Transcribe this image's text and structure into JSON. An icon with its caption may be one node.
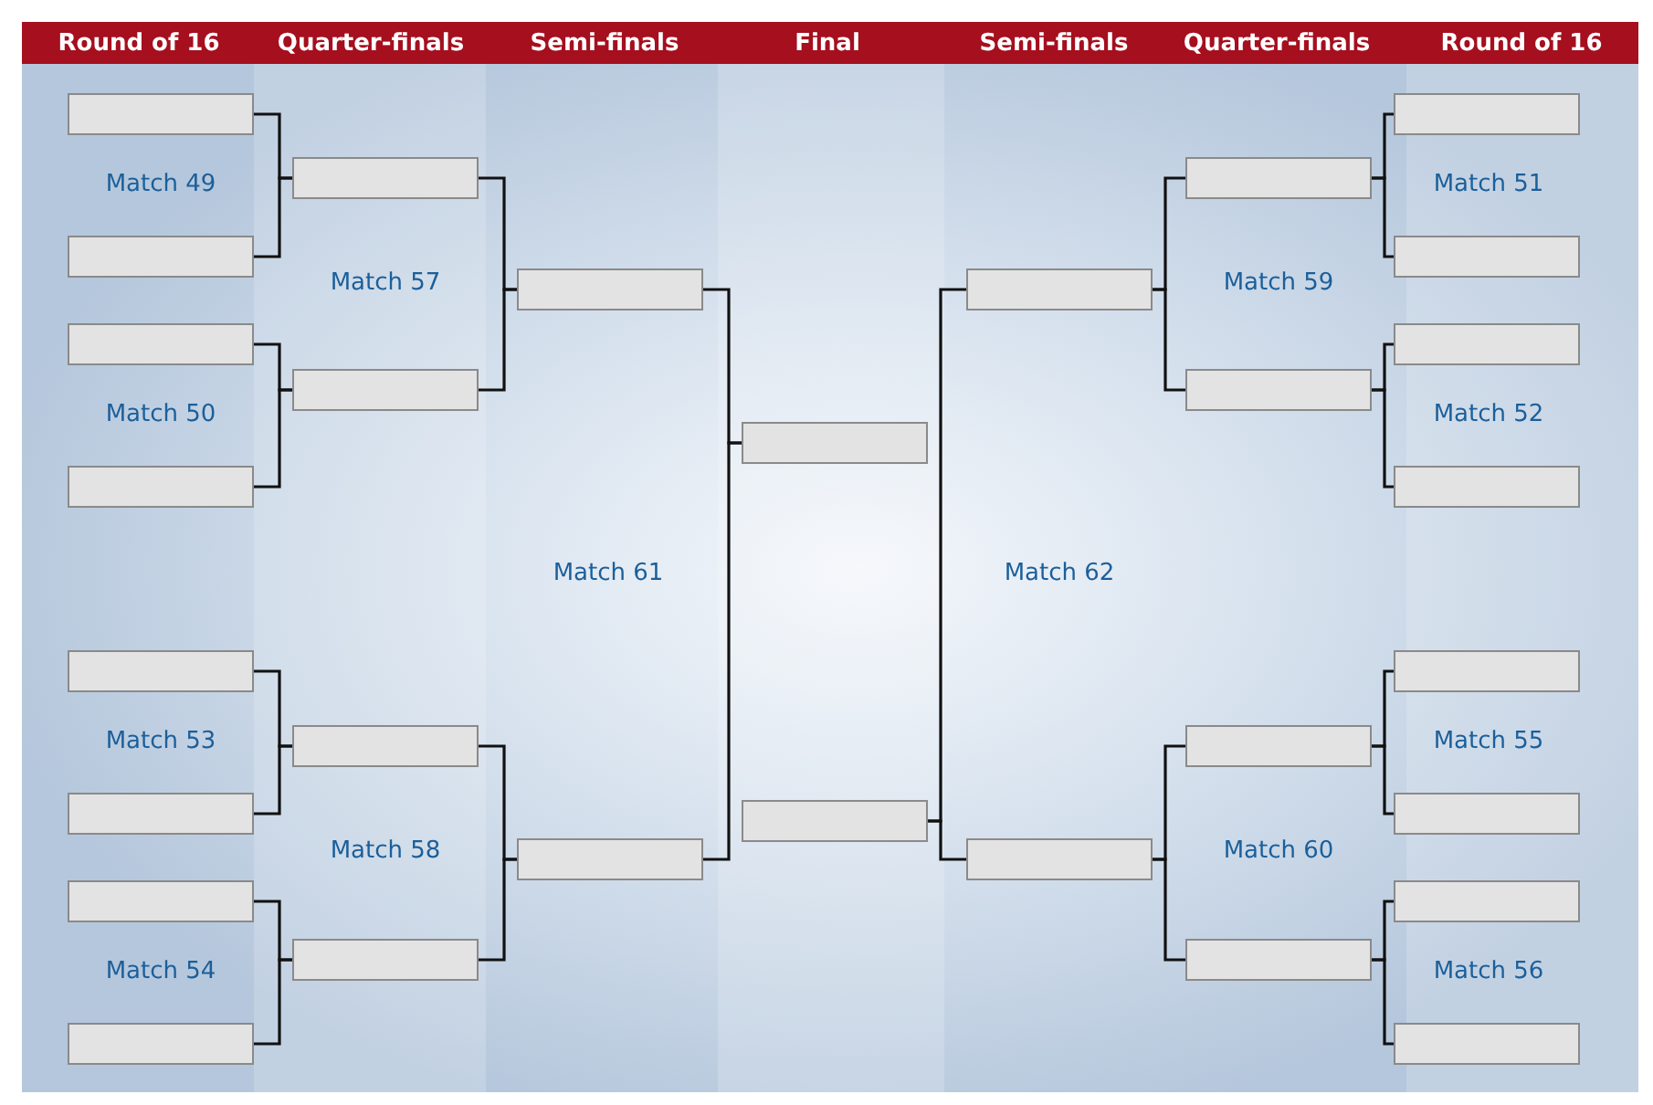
{
  "diagram": {
    "nodes": [
      {
        "text": [],
        "shape": "box"
      },
      {
        "text": [],
        "shape": "box"
      },
      {
        "text": [],
        "shape": "box"
      },
      {
        "text": [],
        "shape": "box"
      },
      {
        "text": [],
        "shape": "box"
      },
      {
        "text": [],
        "shape": "box"
      },
      {
        "text": [],
        "shape": "box"
      },
      {
        "text": [],
        "shape": "box"
      },
      {
        "text": [],
        "shape": "box"
      },
      {
        "text": [],
        "shape": "box"
      },
      {
        "text": [],
        "shape": "box"
      },
      {
        "text": [],
        "shape": "box"
      },
      {
        "text": [],
        "shape": "box"
      },
      {
        "text": [],
        "shape": "box"
      },
      {
        "text": [],
        "shape": "box"
      },
      {
        "text": [],
        "shape": "box"
      },
      {
        "text": [],
        "shape": "box"
      },
      {
        "text": [],
        "shape": "box"
      },
      {
        "text": [],
        "shape": "box"
      },
      {
        "text": [],
        "shape": "box"
      },
      {
        "text": [],
        "shape": "box"
      },
      {
        "text": [],
        "shape": "box"
      },
      {
        "text": [],
        "shape": "box"
      },
      {
        "text": [],
        "shape": "box"
      },
      {
        "text": [],
        "shape": "box"
      },
      {
        "text": [],
        "shape": "box"
      },
      {
        "text": [],
        "shape": "box"
      },
      {
        "text": [],
        "shape": "box"
      },
      {
        "text": [],
        "shape": "box"
      },
      {
        "text": [],
        "shape": "box"
      }
    ],
    "edges": [
      {
        "from": 0,
        "to": 8,
        "arrow": "none"
      },
      {
        "from": 1,
        "to": 8,
        "arrow": "none"
      },
      {
        "from": 2,
        "to": 9,
        "arrow": "none"
      },
      {
        "from": 3,
        "to": 9,
        "arrow": "none"
      },
      {
        "from": 4,
        "to": 10,
        "arrow": "none"
      },
      {
        "from": 5,
        "to": 10,
        "arrow": "none"
      },
      {
        "from": 6,
        "to": 11,
        "arrow": "none"
      },
      {
        "from": 7,
        "to": 11,
        "arrow": "none"
      },
      {
        "from": 8,
        "to": 12,
        "arrow": "none"
      },
      {
        "from": 9,
        "to": 12,
        "arrow": "none"
      },
      {
        "from": 10,
        "to": 13,
        "arrow": "none"
      },
      {
        "from": 11,
        "to": 13,
        "arrow": "none"
      },
      {
        "from": 12,
        "to": 14,
        "arrow": "none"
      },
      {
        "from": 13,
        "to": 14,
        "arrow": "none"
      },
      {
        "from": 16,
        "to": 15,
        "arrow": "none"
      },
      {
        "from": 17,
        "to": 15,
        "arrow": "none"
      },
      {
        "from": 18,
        "to": 16,
        "arrow": "none"
      },
      {
        "from": 19,
        "to": 16,
        "arrow": "none"
      },
      {
        "from": 20,
        "to": 17,
        "arrow": "none"
      },
      {
        "from": 21,
        "to": 17,
        "arrow": "none"
      },
      {
        "from": 22,
        "to": 18,
        "arrow": "none"
      },
      {
        "from": 23,
        "to": 18,
        "arrow": "none"
      },
      {
        "from": 24,
        "to": 19,
        "arrow": "none"
      },
      {
        "from": 25,
        "to": 19,
        "arrow": "none"
      },
      {
        "from": 26,
        "to": 20,
        "arrow": "none"
      },
      {
        "from": 27,
        "to": 20,
        "arrow": "none"
      },
      {
        "from": 28,
        "to": 21,
        "arrow": "none"
      },
      {
        "from": 29,
        "to": 21,
        "arrow": "none"
      }
    ],
    "labels": [
      "Round of 16",
      "Quarter-finals",
      "Semi-finals",
      "Final",
      "Semi-finals",
      "Quarter-finals",
      "Round of 16",
      "Match 49",
      "Match 51",
      "Match 57",
      "Match 59",
      "Match 50",
      "Match 52",
      "Match 61",
      "Match 62",
      "Match 53",
      "Match 55",
      "Match 58",
      "Match 60",
      "Match 54",
      "Match 56"
    ]
  }
}
